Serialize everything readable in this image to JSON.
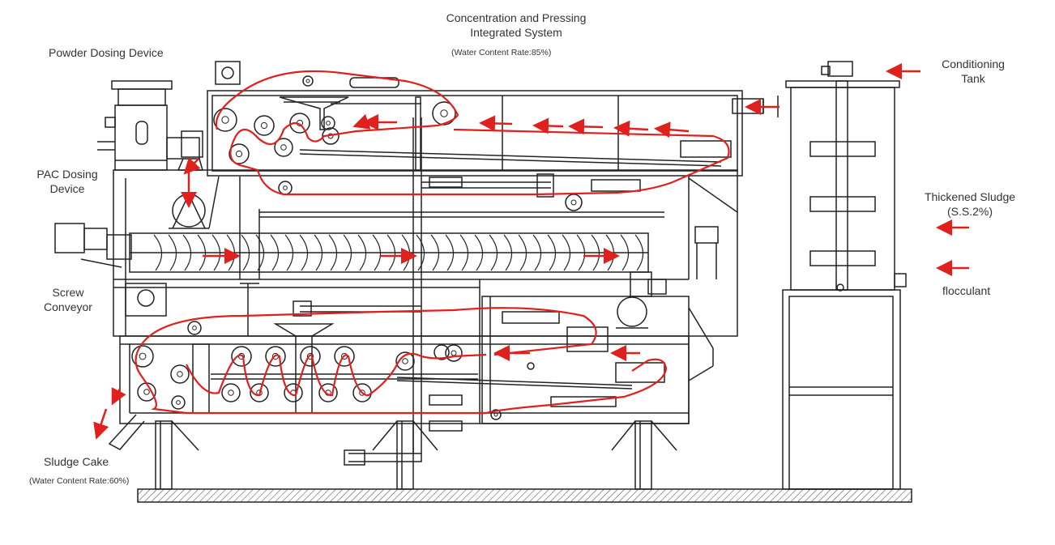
{
  "labels": {
    "concentration_line1": "Concentration and Pressing",
    "concentration_line2": "Integrated System",
    "concentration_note": "(Water Content Rate:85%)",
    "powder_dosing": "Powder Dosing Device",
    "conditioning_line1": "Conditioning",
    "conditioning_line2": "Tank",
    "pac_line1": "PAC Dosing",
    "pac_line2": "Device",
    "thickened_line1": "Thickened Sludge",
    "thickened_line2": "(S.S.2%)",
    "screw_line1": "Screw",
    "screw_line2": "Conveyor",
    "flocculant": "flocculant",
    "sludge_cake": "Sludge Cake",
    "sludge_note": "(Water Content Rate:60%)"
  },
  "colors": {
    "line": "#222222",
    "flow": "#e0201c",
    "text": "#333333",
    "background": "#ffffff"
  }
}
